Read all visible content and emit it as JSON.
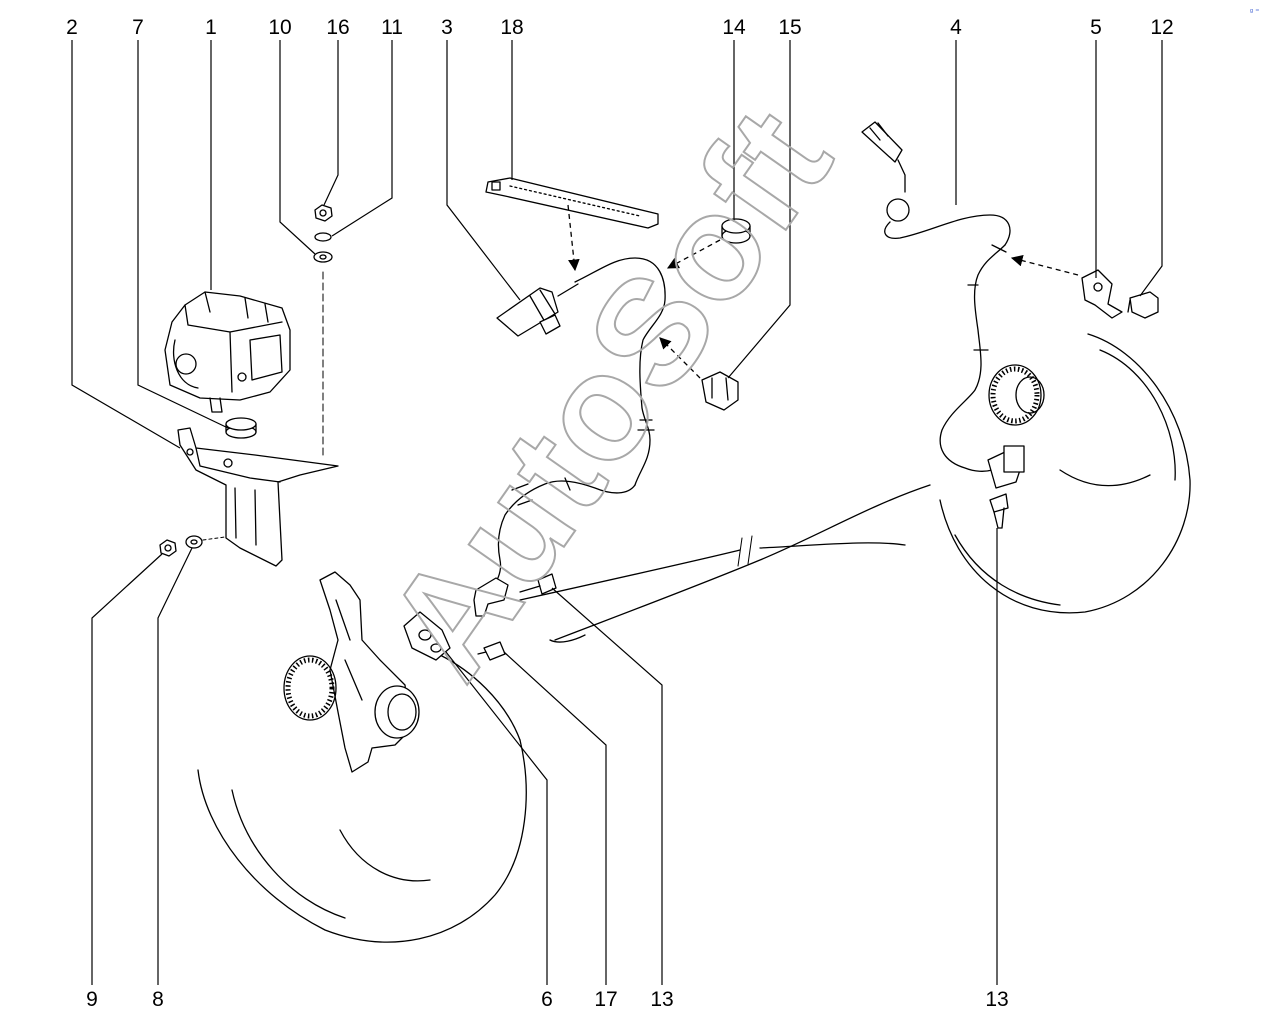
{
  "diagram": {
    "watermark": "AutoSoft",
    "corner_mark": "ᵍ ⁼",
    "callouts_top": [
      "2",
      "7",
      "1",
      "10",
      "16",
      "11",
      "3",
      "18",
      "14",
      "15",
      "4",
      "5",
      "12"
    ],
    "callouts_bottom": [
      "9",
      "8",
      "6",
      "17",
      "13",
      "13"
    ]
  }
}
